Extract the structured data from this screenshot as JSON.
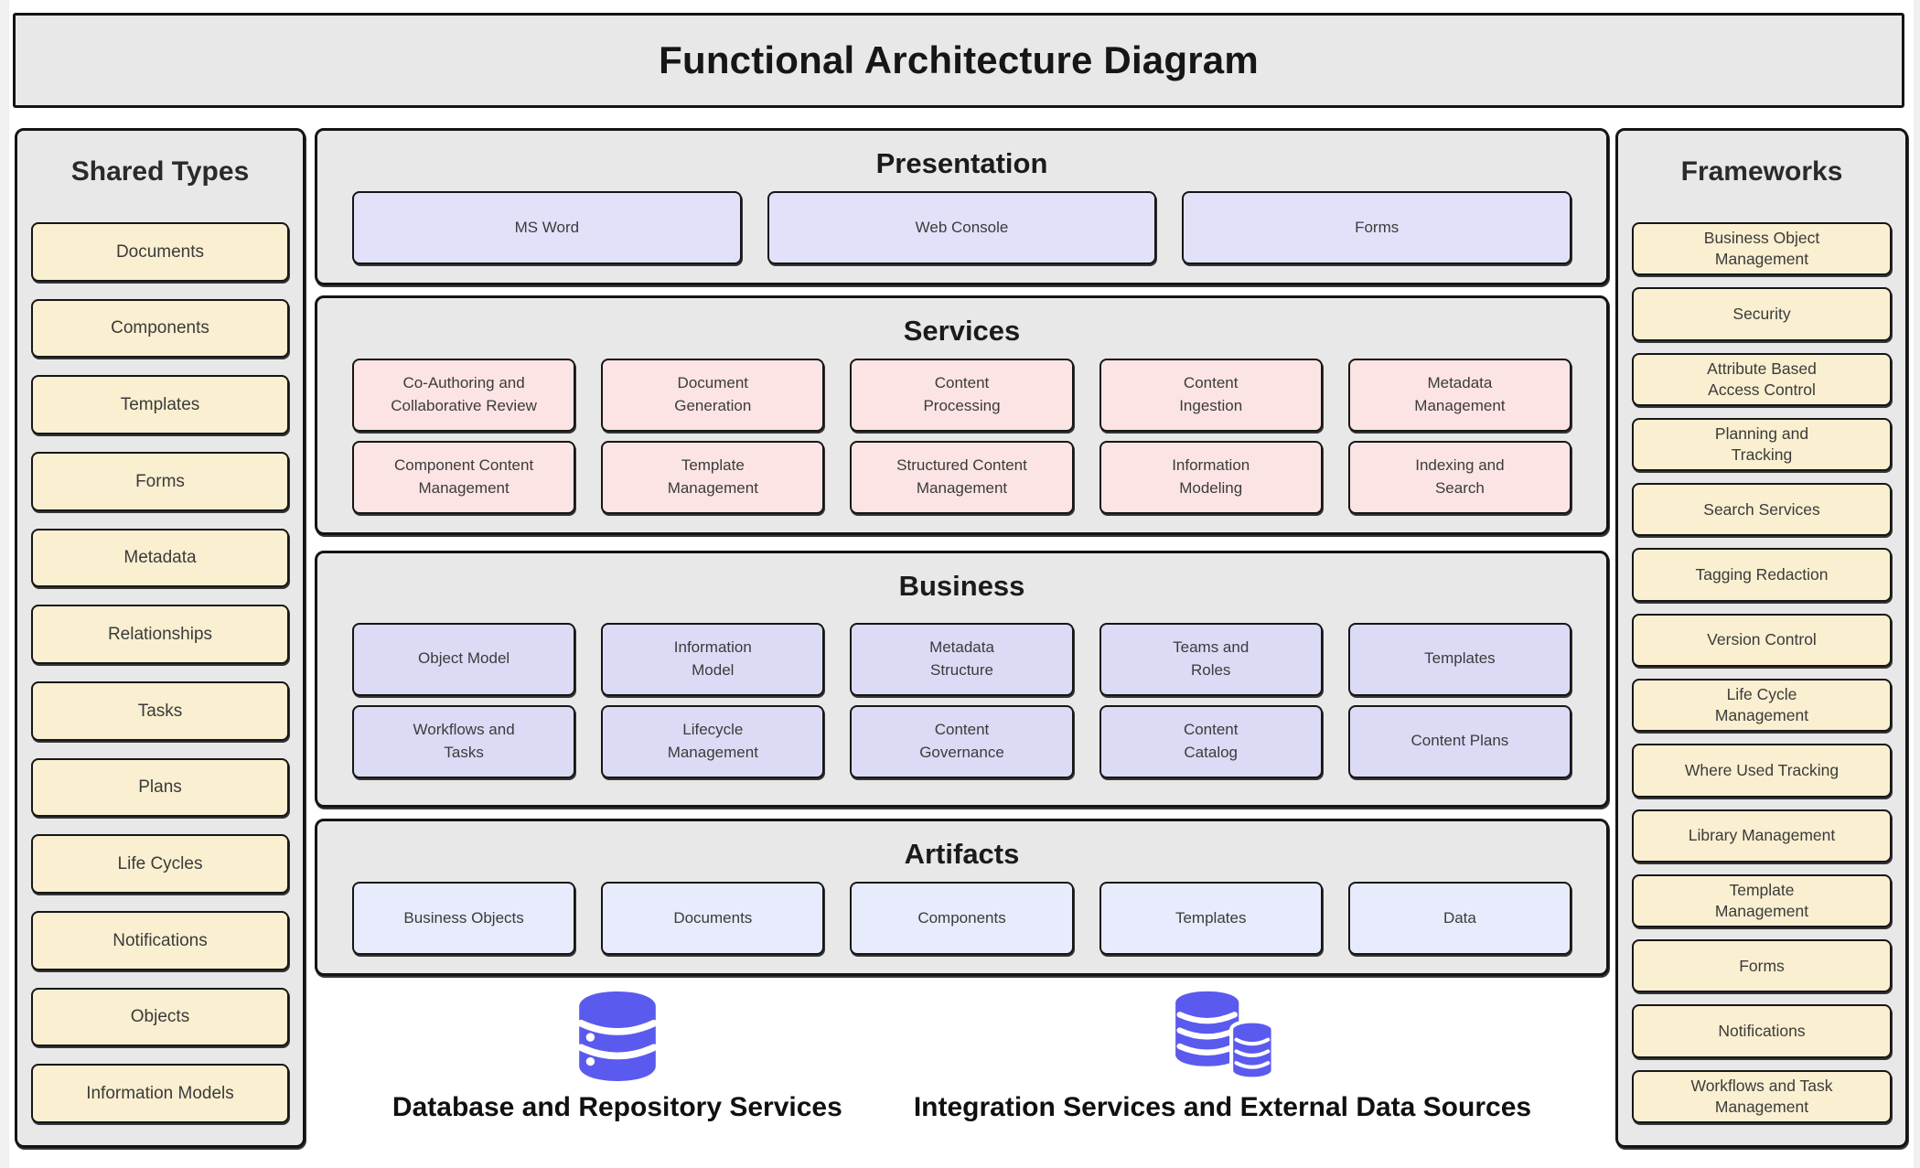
{
  "title": "Functional Architecture Diagram",
  "colors": {
    "panel_bg": "#e8e8e9",
    "shared_box": "#faefd0",
    "presentation_box": "#e1e1fa",
    "services_box": "#fce4e4",
    "business_box": "#dbdbf6",
    "artifacts_box": "#e7ebfb",
    "db_icon": "#5a5aef"
  },
  "shared_types": {
    "title": "Shared Types",
    "items": [
      "Documents",
      "Components",
      "Templates",
      "Forms",
      "Metadata",
      "Relationships",
      "Tasks",
      "Plans",
      "Life Cycles",
      "Notifications",
      "Objects",
      "Information Models"
    ]
  },
  "frameworks": {
    "title": "Frameworks",
    "items": [
      "Business Object\nManagement",
      "Security",
      "Attribute Based\nAccess Control",
      "Planning and\nTracking",
      "Search Services",
      "Tagging Redaction",
      "Version Control",
      "Life Cycle\nManagement",
      "Where Used Tracking",
      "Library Management",
      "Template\nManagement",
      "Forms",
      "Notifications",
      "Workflows and Task\nManagement"
    ]
  },
  "presentation": {
    "title": "Presentation",
    "row1": [
      "MS Word",
      "Web Console",
      "Forms"
    ]
  },
  "services": {
    "title": "Services",
    "row1": [
      "Co-Authoring and\nCollaborative Review",
      "Document\nGeneration",
      "Content\nProcessing",
      "Content\nIngestion",
      "Metadata\nManagement"
    ],
    "row2": [
      "Component Content\nManagement",
      "Template\nManagement",
      "Structured Content\nManagement",
      "Information\nModeling",
      "Indexing and\nSearch"
    ]
  },
  "business": {
    "title": "Business",
    "row1": [
      "Object Model",
      "Information\nModel",
      "Metadata\nStructure",
      "Teams and\nRoles",
      "Templates"
    ],
    "row2": [
      "Workflows and\nTasks",
      "Lifecycle\nManagement",
      "Content\nGovernance",
      "Content\nCatalog",
      "Content Plans"
    ]
  },
  "artifacts": {
    "title": "Artifacts",
    "row1": [
      "Business Objects",
      "Documents",
      "Components",
      "Templates",
      "Data"
    ]
  },
  "footer": {
    "database_label": "Database and Repository Services",
    "integration_label": "Integration Services and External Data Sources"
  }
}
